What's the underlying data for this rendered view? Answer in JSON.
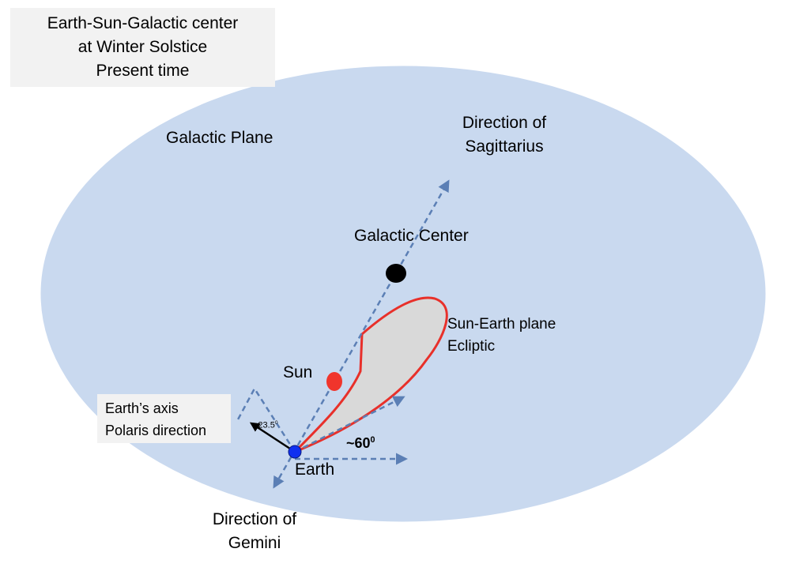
{
  "title": {
    "line1": "Earth-Sun-Galactic center",
    "line2": "at Winter Solstice",
    "line3": "Present time"
  },
  "labels": {
    "galactic_plane": "Galactic Plane",
    "sagittarius_line1": "Direction of",
    "sagittarius_line2": "Sagittarius",
    "galactic_center": "Galactic Center",
    "ecliptic_line1": "Sun-Earth plane",
    "ecliptic_line2": "Ecliptic",
    "sun": "Sun",
    "earth": "Earth",
    "gemini_line1": "Direction of",
    "gemini_line2": "Gemini",
    "axis_line1": "Earth’s axis",
    "axis_line2": "Polaris direction",
    "tilt_value": "~23.5",
    "tilt_sup": "0",
    "angle_value": "~60",
    "angle_sup": "0"
  },
  "colors": {
    "galactic_plane_fill": "#c9d9ef",
    "galactic_plane_stroke": "#ffffff",
    "ecliptic_fill": "#d9d9d9",
    "ecliptic_stroke": "#e8302a",
    "dashed_arrow": "#5b7fb5",
    "sun": "#f0352c",
    "earth": "#1030f0",
    "galactic_center": "#000000",
    "axis_arrow": "#000000",
    "label_box": "#f2f2f2"
  }
}
